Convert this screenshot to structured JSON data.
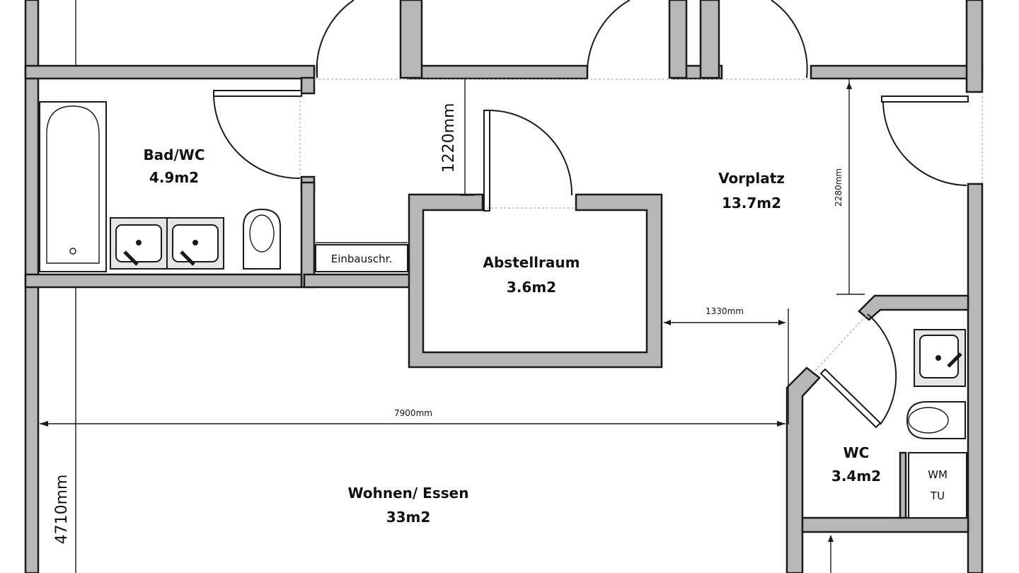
{
  "rooms": {
    "bad": {
      "name": "Bad/WC",
      "area": "4.9m2"
    },
    "vorplatz": {
      "name": "Vorplatz",
      "area": "13.7m2"
    },
    "abstellraum": {
      "name": "Abstellraum",
      "area": "3.6m2"
    },
    "wohnen": {
      "name": "Wohnen/ Essen",
      "area": "33m2"
    },
    "wc": {
      "name": "WC",
      "area": "3.4m2"
    }
  },
  "fixtures": {
    "einbauschrank": "Einbauschr.",
    "wm_line1": "WM",
    "wm_line2": "TU"
  },
  "dimensions": {
    "d1220": "1220mm",
    "d2280": "2280mm",
    "d1330": "1330mm",
    "d7900": "7900mm",
    "d4710": "4710mm"
  },
  "colors": {
    "wall_fill": "#b7b7b7",
    "line": "#1a1a1a",
    "background": "#ffffff"
  }
}
